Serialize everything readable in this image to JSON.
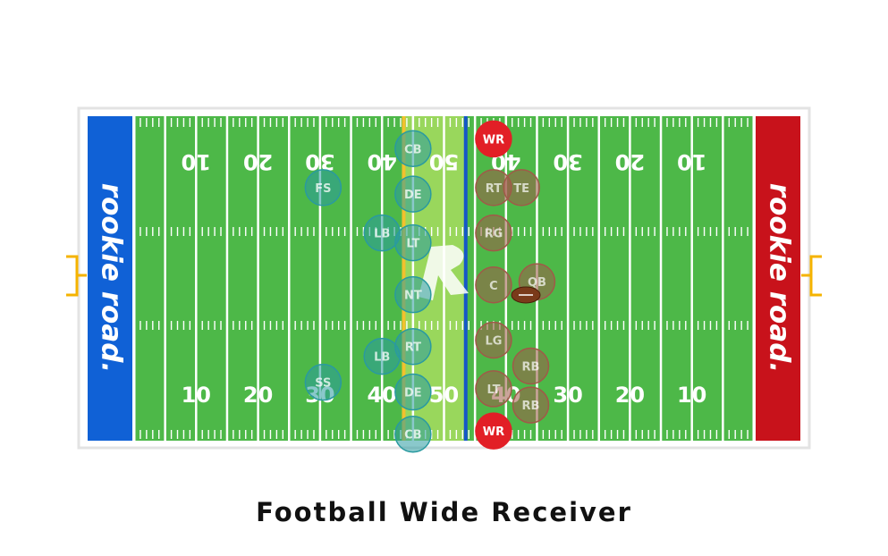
{
  "title": "Football Wide Receiver",
  "brand": {
    "left": "rookie road.",
    "right": "rookie road."
  },
  "colors": {
    "field": "#4DB848",
    "line": "#FFFFFF",
    "left_endzone": "#1061D6",
    "right_endzone": "#C8121B",
    "line_of_scrimmage": "#1557C9",
    "first_down": "#F2C12E",
    "neutral_zone": "#CDEB6A",
    "goalpost": "#F5B300",
    "defense_player": "#2A9AA0",
    "offense_player": "#A05A48",
    "highlight_player": "#E21F26"
  },
  "yard_numbers": [
    "10",
    "20",
    "30",
    "40",
    "50",
    "40",
    "30",
    "20",
    "10"
  ],
  "players": {
    "defense": [
      {
        "label": "CB",
        "yard": 45,
        "row": 0.1
      },
      {
        "label": "DE",
        "yard": 45,
        "row": 0.24
      },
      {
        "label": "LT",
        "yard": 45,
        "row": 0.39
      },
      {
        "label": "NT",
        "yard": 45,
        "row": 0.55
      },
      {
        "label": "RT",
        "yard": 45,
        "row": 0.71
      },
      {
        "label": "DE",
        "yard": 45,
        "row": 0.85
      },
      {
        "label": "CB",
        "yard": 45,
        "row": 0.98
      },
      {
        "label": "LB",
        "yard": 40,
        "row": 0.36
      },
      {
        "label": "LB",
        "yard": 40,
        "row": 0.74
      },
      {
        "label": "FS",
        "yard": 30.5,
        "row": 0.22
      },
      {
        "label": "SS",
        "yard": 30.5,
        "row": 0.82
      }
    ],
    "offense": [
      {
        "label": "RT",
        "yard": 58,
        "row": 0.22
      },
      {
        "label": "RG",
        "yard": 58,
        "row": 0.36
      },
      {
        "label": "C",
        "yard": 58,
        "row": 0.52
      },
      {
        "label": "LG",
        "yard": 58,
        "row": 0.69
      },
      {
        "label": "LT",
        "yard": 58,
        "row": 0.84
      },
      {
        "label": "TE",
        "yard": 62.5,
        "row": 0.22
      },
      {
        "label": "QB",
        "yard": 65,
        "row": 0.51
      },
      {
        "label": "RB",
        "yard": 64,
        "row": 0.77
      },
      {
        "label": "RB",
        "yard": 64,
        "row": 0.89
      }
    ],
    "highlight": [
      {
        "label": "WR",
        "yard": 58,
        "row": 0.07
      },
      {
        "label": "WR",
        "yard": 58,
        "row": 0.97
      }
    ]
  },
  "line_of_scrimmage_yard": 53.5,
  "first_down_yard": 43.5
}
